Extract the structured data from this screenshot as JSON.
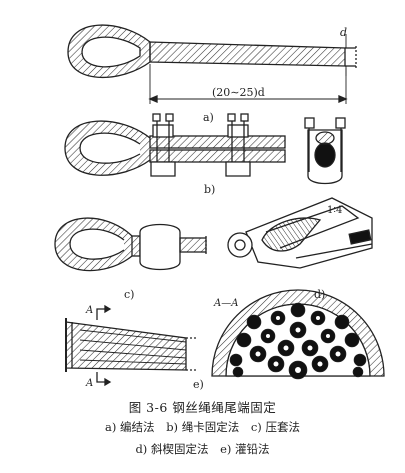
{
  "figure": {
    "dim_d": "d",
    "dim_length": "(20∼25)d",
    "label_a": "a)",
    "label_b": "b)",
    "label_c": "c)",
    "label_d": "d)",
    "label_e": "e)",
    "ratio": "1∶4",
    "section_label": "A—A",
    "arrow_A_top": "A",
    "arrow_A_bottom": "A"
  },
  "caption": {
    "title": "图 3-6   钢丝绳绳尾端固定",
    "items_line1": [
      "a) 编结法",
      "b) 绳卡固定法",
      "c) 压套法"
    ],
    "items_line2": [
      "d) 斜楔固定法",
      "e) 灌铅法"
    ]
  },
  "colors": {
    "ink": "#222222",
    "background": "#ffffff"
  }
}
